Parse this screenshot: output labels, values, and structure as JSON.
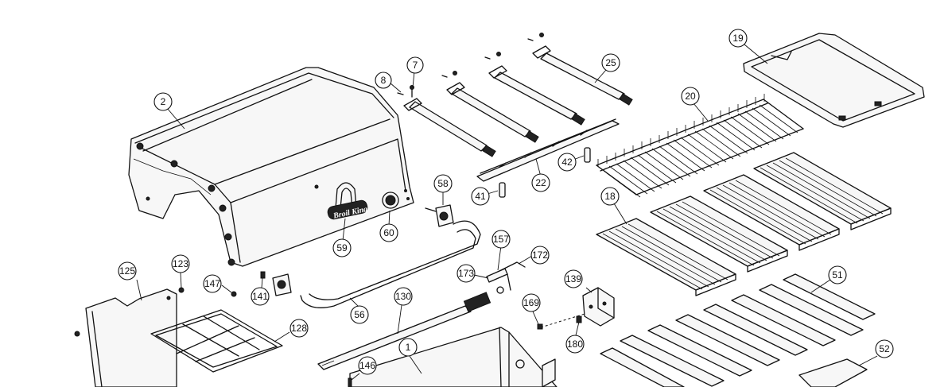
{
  "diagram": {
    "logo_text": "Broil King",
    "callouts": [
      "2",
      "7",
      "8",
      "25",
      "19",
      "20",
      "42",
      "41",
      "22",
      "58",
      "59",
      "60",
      "18",
      "157",
      "172",
      "173",
      "139",
      "51",
      "125",
      "123",
      "147",
      "141",
      "128",
      "56",
      "130",
      "169",
      "180",
      "1",
      "146",
      "52"
    ]
  }
}
